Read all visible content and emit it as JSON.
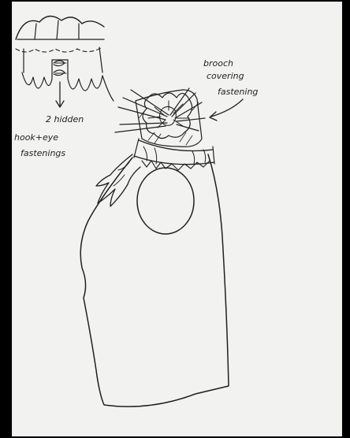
{
  "annotations": {
    "hidden_note": "2 hidden",
    "fastening_note_line1": "hook+eye",
    "fastening_note_line2": "fastenings",
    "brooch_note_line1": "brooch",
    "brooch_note_line2": "covering",
    "brooch_note_line3": "fastening"
  },
  "colors": {
    "background": "#000000",
    "paper": "#f2f2f0",
    "ink": "#202020",
    "brooch_grey": "#9a9a9a"
  }
}
